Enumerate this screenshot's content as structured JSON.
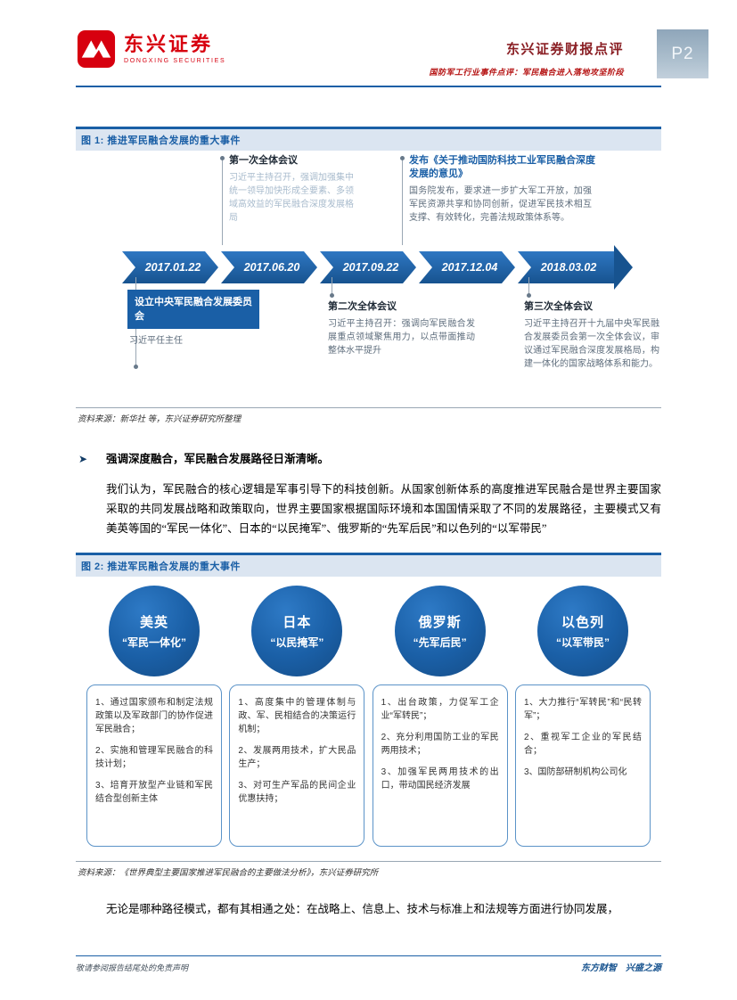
{
  "header": {
    "logo_cn": "东兴证券",
    "logo_en": "DONGXING SECURITIES",
    "report_title": "东兴证券财报点评",
    "report_subtitle": "国防军工行业事件点评：军民融合进入落地攻坚阶段",
    "page_number": "P2"
  },
  "figure1": {
    "title": "图 1: 推进军民融合发展的重大事件",
    "dates": [
      "2017.01.22",
      "2017.06.20",
      "2017.09.22",
      "2017.12.04",
      "2018.03.02"
    ],
    "above": [
      {
        "title": "第一次全体会议",
        "desc": "习近平主持召开，强调加强集中统一领导加快形成全要素、多领域高效益的军民融合深度发展格局"
      },
      {
        "title": "发布《关于推动国防科技工业军民融合深度发展的意见》",
        "desc": "国务院发布，要求进一步扩大军工开放，加强军民资源共享和协同创新，促进军民技术相互支撑、有效转化，完善法规政策体系等。"
      }
    ],
    "below": [
      {
        "title": "设立中央军民融合发展委员会",
        "desc": "习近平任主任"
      },
      {
        "title": "第二次全体会议",
        "desc": "习近平主持召开：强调向军民融合发展重点领域聚焦用力，以点带面推动整体水平提升"
      },
      {
        "title": "第三次全体会议",
        "desc": "习近平主持召开十九届中央军民融合发展委员会第一次全体会议，审议通过军民融合深度发展格局，构建一体化的国家战略体系和能力。"
      }
    ],
    "source": "资料来源：新华社 等，东兴证券研究所整理"
  },
  "body": {
    "bullet": "➤",
    "heading": "强调深度融合，军民融合发展路径日渐清晰。",
    "paragraph1": "我们认为，军民融合的核心逻辑是军事引导下的科技创新。从国家创新体系的高度推进军民融合是世界主要国家采取的共同发展战略和政策取向，世界主要国家根据国际环境和本国国情采取了不同的发展路径，主要模式又有美英等国的“军民一体化”、日本的“以民掩军”、俄罗斯的“先军后民”和以色列的“以军带民”",
    "paragraph2": "无论是哪种路径模式，都有其相通之处：在战略上、信息上、技术与标准上和法规等方面进行协同发展，"
  },
  "figure2": {
    "title": "图 2: 推进军民融合发展的重大事件",
    "columns": [
      {
        "country": "美英",
        "model": "“军民一体化”",
        "points": [
          "1、通过国家颁布和制定法规政策以及军政部门的协作促进军民融合；",
          "2、实施和管理军民融合的科技计划；",
          "3、培育开放型产业链和军民结合型创新主体"
        ]
      },
      {
        "country": "日本",
        "model": "“以民掩军”",
        "points": [
          "1、高度集中的管理体制与政、军、民相结合的决策运行机制；",
          "2、发展两用技术，扩大民品生产；",
          "3、对可生产军品的民间企业优惠扶持；"
        ]
      },
      {
        "country": "俄罗斯",
        "model": "“先军后民”",
        "points": [
          "1、出台政策，力促军工企业“军转民”；",
          "2、充分利用国防工业的军民两用技术；",
          "3、加强军民两用技术的出口，带动国民经济发展"
        ]
      },
      {
        "country": "以色列",
        "model": "“以军带民”",
        "points": [
          "1、大力推行“军转民”和“民转军”；",
          "2、重视军工企业的军民结合；",
          "3、国防部研制机构公司化"
        ]
      }
    ],
    "source": "资料来源：《世界典型主要国家推进军民融合的主要做法分析》，东兴证券研究所"
  },
  "footer": {
    "left": "敬请参阅报告结尾处的免责声明",
    "right": "东方财智　兴盛之源"
  }
}
